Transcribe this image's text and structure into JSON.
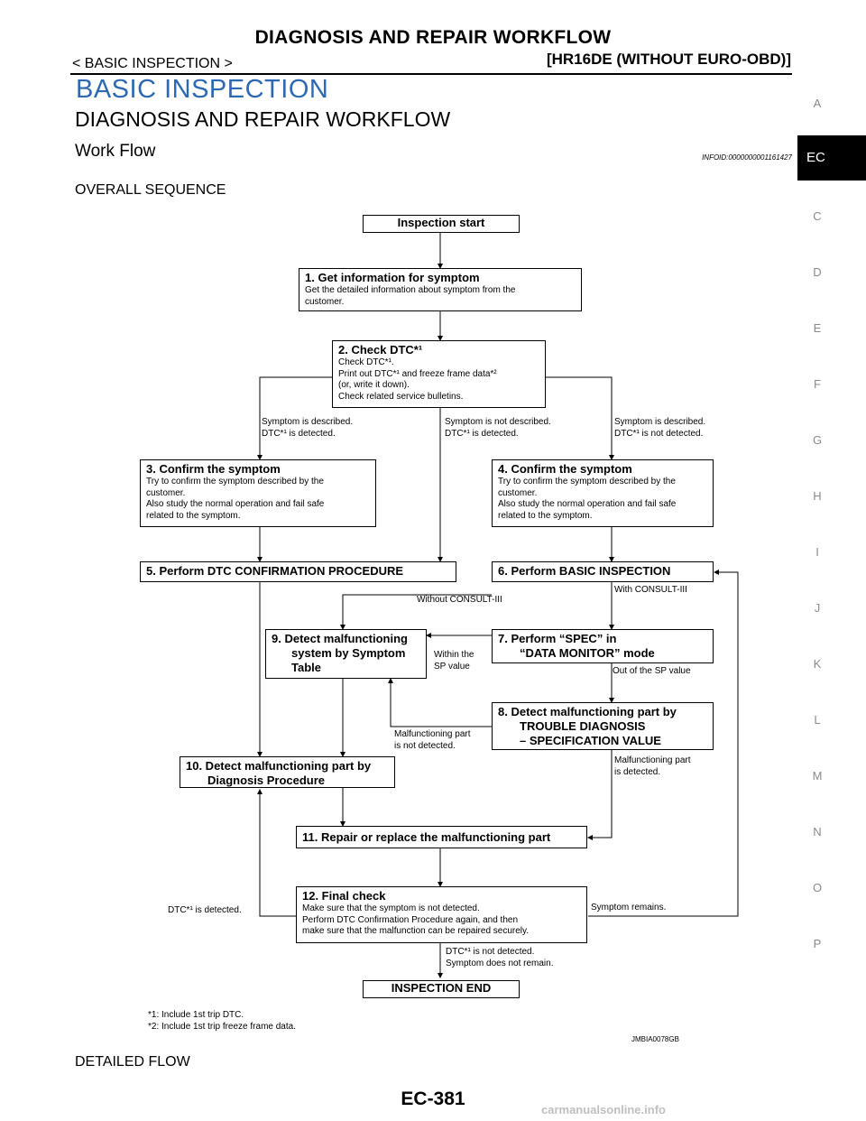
{
  "header": {
    "title": "DIAGNOSIS AND REPAIR WORKFLOW",
    "breadcrumb": "< BASIC INSPECTION >",
    "model": "[HR16DE (WITHOUT EURO-OBD)]"
  },
  "section_title": "BASIC INSPECTION",
  "subsection_title": "DIAGNOSIS AND REPAIR WORKFLOW",
  "work_flow": {
    "title": "Work Flow",
    "infoid": "INFOID:0000000001161427"
  },
  "overall_sequence": "OVERALL SEQUENCE",
  "side_index": [
    "A",
    "EC",
    "C",
    "D",
    "E",
    "F",
    "G",
    "H",
    "I",
    "J",
    "K",
    "L",
    "M",
    "N",
    "O",
    "P"
  ],
  "flowchart": {
    "start": "Inspection start",
    "step1": {
      "title": "1. Get information for symptom",
      "body": [
        "Get the detailed information about symptom from the",
        "customer."
      ]
    },
    "step2": {
      "title": "2. Check DTC*¹",
      "body": [
        "Check DTC*¹.",
        "Print out DTC*¹ and freeze frame data*²",
        "(or, write it down).",
        "Check related service bulletins."
      ]
    },
    "branch_left": [
      "Symptom is described.",
      "DTC*¹ is detected."
    ],
    "branch_mid": [
      "Symptom is not described.",
      "DTC*¹ is detected."
    ],
    "branch_right": [
      "Symptom is described.",
      "DTC*¹ is not detected."
    ],
    "step3": {
      "title": "3. Confirm the symptom",
      "body": [
        "Try to confirm the symptom described by the",
        "customer.",
        "Also study the normal operation and fail safe",
        "related to the symptom."
      ]
    },
    "step4": {
      "title": "4. Confirm the symptom",
      "body": [
        "Try to confirm the symptom described by the",
        "customer.",
        "Also study the normal operation and fail safe",
        "related to the symptom."
      ]
    },
    "step5": "5. Perform DTC CONFIRMATION PROCEDURE",
    "step6": "6. Perform BASIC INSPECTION",
    "without_consult": "Without CONSULT-III",
    "with_consult": "With CONSULT-III",
    "step9": {
      "line1": "9. Detect malfunctioning",
      "line2": "system by Symptom",
      "line3": "Table"
    },
    "within_sp": [
      "Within the",
      "SP value"
    ],
    "step7": {
      "line1": "7. Perform “SPEC” in",
      "line2": "“DATA MONITOR” mode"
    },
    "out_of_sp": "Out of the SP value",
    "step8": {
      "line1": "8. Detect malfunctioning part by",
      "line2": "TROUBLE DIAGNOSIS",
      "line3": "– SPECIFICATION VALUE"
    },
    "malf_not_detected": [
      "Malfunctioning part",
      "is not detected."
    ],
    "malf_detected": [
      "Malfunctioning part",
      "is detected."
    ],
    "step10": {
      "line1": "10. Detect malfunctioning part by",
      "line2": "Diagnosis Procedure"
    },
    "step11": "11. Repair or replace the malfunctioning part",
    "step12": {
      "title": "12. Final check",
      "body": [
        "Make sure that the symptom is not detected.",
        "Perform DTC Confirmation Procedure again, and then",
        "make sure that the malfunction can be repaired securely."
      ]
    },
    "dtc_detected": "DTC*¹ is detected.",
    "symptom_remains": "Symptom remains.",
    "dtc_not_detected": [
      "DTC*¹ is not detected.",
      "Symptom does not remain."
    ],
    "end": "INSPECTION END"
  },
  "footnotes": [
    "*1: Include 1st trip DTC.",
    "*2: Include 1st trip freeze frame data."
  ],
  "figure_id": "JMBIA0078GB",
  "detailed_flow": "DETAILED FLOW",
  "page_number": "EC-381",
  "watermark": "carmanualsonline.info"
}
